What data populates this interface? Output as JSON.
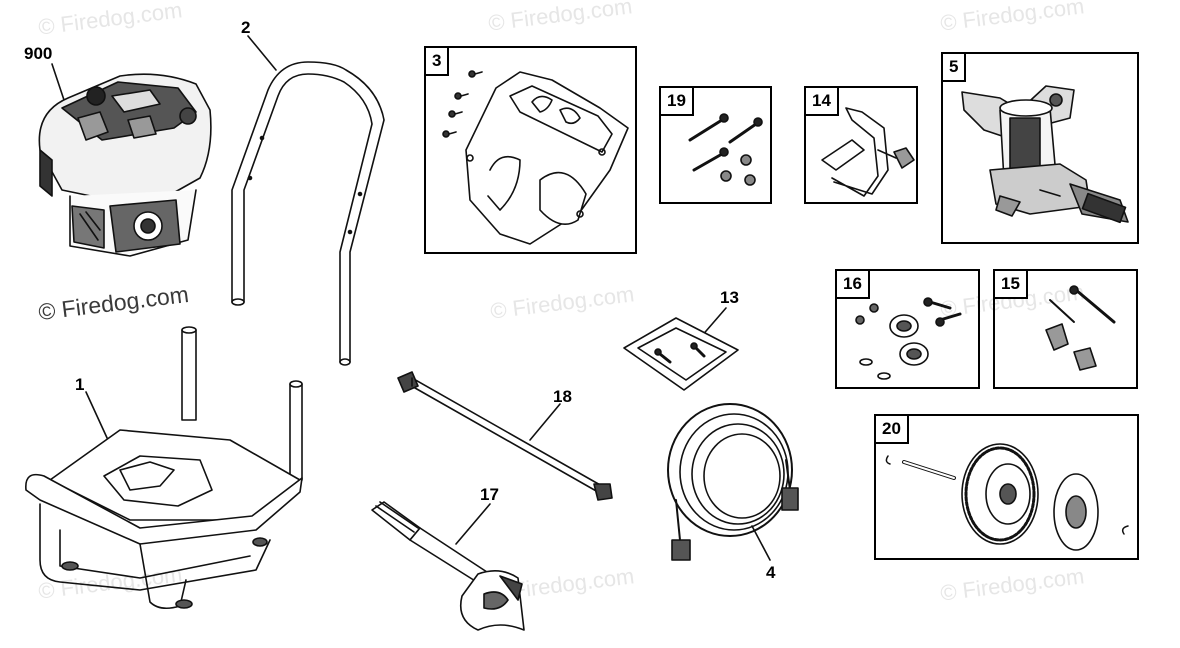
{
  "watermark": {
    "text": "© Firedog.com",
    "prominent_text": "© Firedog.com"
  },
  "callouts": {
    "engine": "900",
    "base": "1",
    "handle": "2",
    "hose": "4",
    "gun": "17",
    "lance": "18",
    "bag": "13"
  },
  "kits": {
    "bracket": "3",
    "screws": "19",
    "clip": "14",
    "pump": "5",
    "mount": "16",
    "bolt": "15",
    "wheel": "20"
  }
}
